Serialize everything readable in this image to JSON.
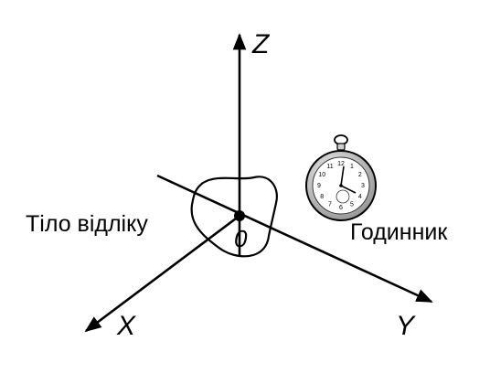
{
  "axes": {
    "z_label": "Z",
    "y_label": "Y",
    "x_label": "X"
  },
  "origin_label": "0",
  "reference_body_label": "Тіло відліку",
  "clock_label": "Годинник",
  "clock_dial_numbers": [
    "12",
    "1",
    "2",
    "3",
    "4",
    "5",
    "6",
    "7",
    "8",
    "9",
    "10",
    "11"
  ],
  "colors": {
    "ink": "#000000",
    "clock_face": "#ffffff",
    "clock_case": "#d9d9d9"
  }
}
